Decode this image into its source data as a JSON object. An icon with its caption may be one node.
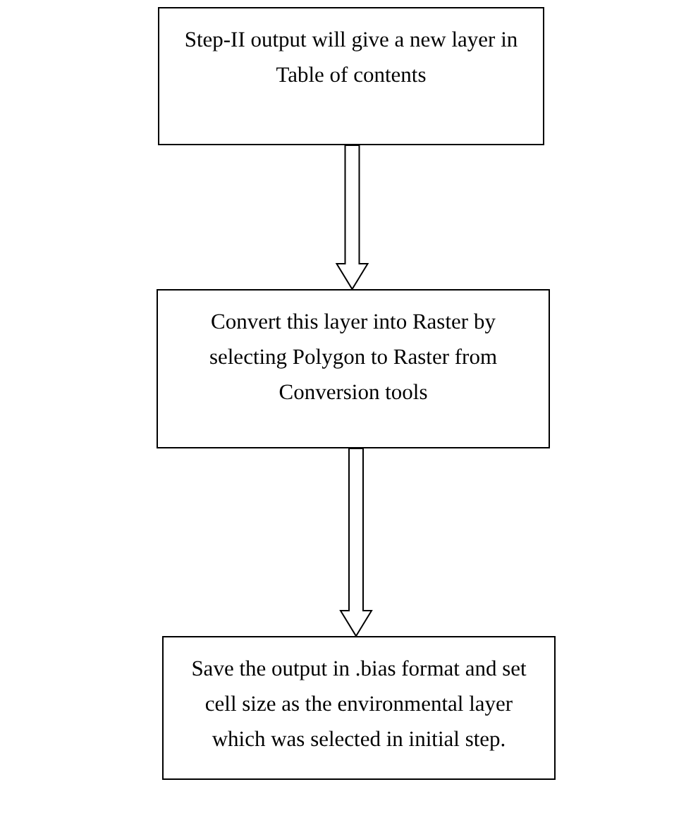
{
  "diagram": {
    "nodes": [
      {
        "text": [
          "Step-II output will give a new layer in Table of contents"
        ]
      },
      {
        "text": [
          "Convert this layer into Raster by selecting Polygon to Raster from Conversion tools"
        ]
      },
      {
        "text": [
          "Save the output in .bias format and set cell size as the environmental layer which was selected in initial step."
        ]
      }
    ],
    "edges": [
      {
        "from": 0,
        "to": 1,
        "arrow": "to"
      },
      {
        "from": 1,
        "to": 2,
        "arrow": "to"
      }
    ]
  }
}
